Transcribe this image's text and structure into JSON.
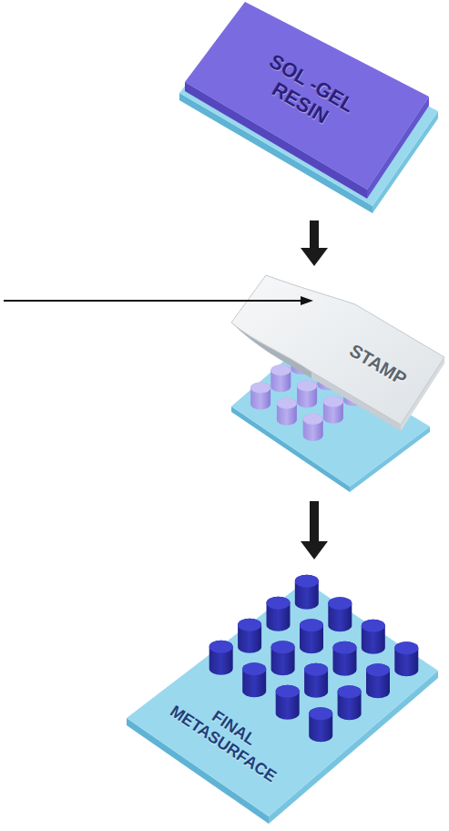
{
  "diagram": {
    "nodes": [
      {
        "text": [
          "SOL -GEL RESIN"
        ]
      },
      {
        "text": [
          "STAMP"
        ]
      },
      {
        "text": [
          "FINAL METASURFACE"
        ]
      }
    ],
    "edges": [
      {
        "from": 0,
        "to": 1,
        "arrow": "to"
      },
      {
        "from": 1,
        "to": 2,
        "arrow": "to"
      }
    ]
  }
}
